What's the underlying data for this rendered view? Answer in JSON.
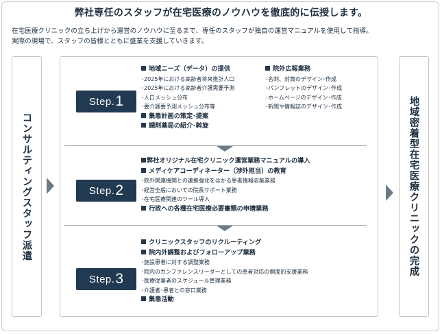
{
  "title": "弊社専任のスタッフが在宅医療のノウハウを徹底的に伝授します。",
  "intro": [
    "在宅医療クリニックの立ち上げから運営のノウハウに至るまで、専任のスタッフが独自の運営マニュアルを使用して指導。",
    "実際の現場で、スタッフの皆様とともに盛業を支援していきます。"
  ],
  "left_label": "コンサルティングスタッフ派遣",
  "right_label": "地域密着型在宅医療クリニックの完成",
  "steps": [
    {
      "word": "Step.",
      "number": "1",
      "columns": [
        [
          {
            "kind": "h",
            "text": "地域ニーズ（データ）の提供"
          },
          {
            "kind": "s",
            "text": "･2025年における高齢者将来推計人口"
          },
          {
            "kind": "s",
            "text": "･2025年における高齢者介護需要予測"
          },
          {
            "kind": "s",
            "text": "･人口メッシュ分布"
          },
          {
            "kind": "s",
            "text": "･要介護要予測メッシュ分布等"
          },
          {
            "kind": "h",
            "text": "集患計画の策定･提案"
          },
          {
            "kind": "h",
            "text": "調剤薬局の紹介･斡旋"
          }
        ],
        [
          {
            "kind": "h",
            "text": "院外広報業務"
          },
          {
            "kind": "s",
            "text": "･名刺、封筒のデザイン･作成"
          },
          {
            "kind": "s",
            "text": "･パンフレットのデザイン･作成"
          },
          {
            "kind": "s",
            "text": "･ホームページのデザイン･作成"
          },
          {
            "kind": "s",
            "text": "･新聞や情報誌のデザイン･作成"
          }
        ]
      ]
    },
    {
      "word": "Step.",
      "number": "2",
      "columns": [
        [
          {
            "kind": "h",
            "text": "弊社オリジナル在宅クリニック運営業務マニュアルの導入",
            "tight": true
          },
          {
            "kind": "h",
            "text": "メディケアコーディネーター（渉外担当）の教育"
          },
          {
            "kind": "s",
            "text": "･院外関連機関との連携強化をはかる患者情報収集業務"
          },
          {
            "kind": "s",
            "text": "･経営全般においての院長サポート業務"
          },
          {
            "kind": "s",
            "text": "･在宅医療関連のツール導入"
          },
          {
            "kind": "h",
            "text": "行政への各種在宅医療必要書類の申請業務"
          }
        ]
      ]
    },
    {
      "word": "Step.",
      "number": "3",
      "columns": [
        [
          {
            "kind": "h",
            "text": "クリニックスタッフのリクルーティング"
          },
          {
            "kind": "h",
            "text": "院内外調整およびフォローアップ業務"
          },
          {
            "kind": "s",
            "text": "･施設患者に対する調整業務"
          },
          {
            "kind": "s",
            "text": "･院内のカンファレンスリーダーとしての患者対応の側面的支援業務"
          },
          {
            "kind": "s",
            "text": "･医療従事者のスケジュール管理業務"
          },
          {
            "kind": "s",
            "text": "･介護者･患者との窓口業務"
          },
          {
            "kind": "h",
            "text": "集患活動"
          }
        ]
      ]
    }
  ],
  "colors": {
    "step_badge": "#213a52",
    "arrow": "#6b7a87",
    "border": "#c4c4c4",
    "text": "#1f2f3f"
  }
}
